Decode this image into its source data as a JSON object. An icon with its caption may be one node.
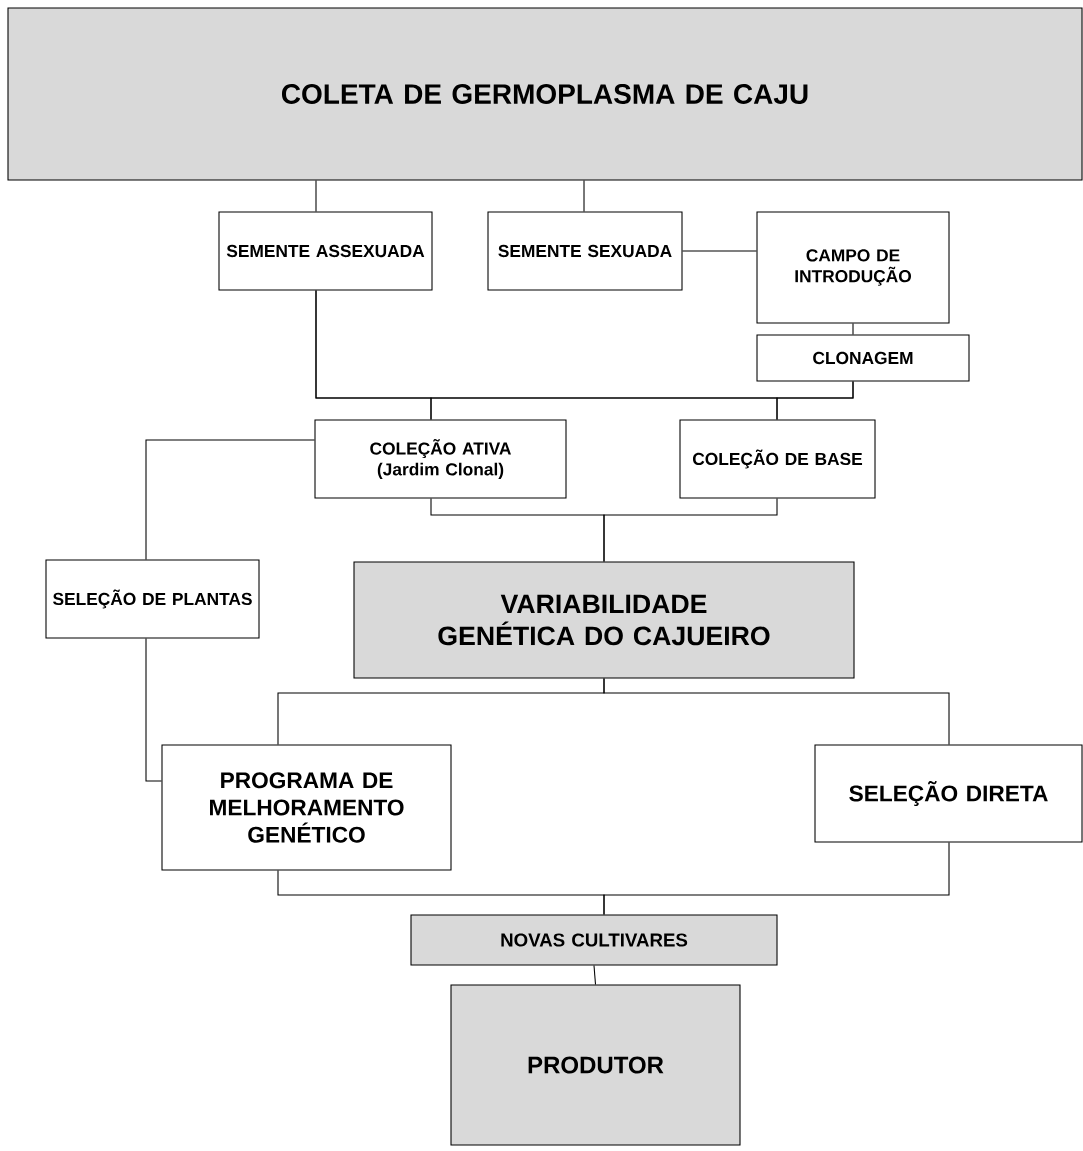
{
  "diagram": {
    "nodes": [
      {
        "text": [
          "COLETA DE GERMOPLASMA DE CAJU"
        ]
      },
      {
        "text": [
          "SEMENTE ASSEXUADA"
        ]
      },
      {
        "text": [
          "SEMENTE SEXUADA"
        ]
      },
      {
        "text": [
          "CAMPO DE INTRODUÇÃO"
        ]
      },
      {
        "text": [
          "CLONAGEM"
        ]
      },
      {
        "text": [
          "COLEÇÃO ATIVA (Jardim Clonal)"
        ]
      },
      {
        "text": [
          "COLEÇÃO DE BASE"
        ]
      },
      {
        "text": [
          "SELEÇÃO DE PLANTAS"
        ]
      },
      {
        "text": [
          "VARIABILIDADE GENÉTICA DO CAJUEIRO"
        ]
      },
      {
        "text": [
          "PROGRAMA DE MELHORAMENTO GENÉTICO"
        ]
      },
      {
        "text": [
          "SELEÇÃO DIRETA"
        ]
      },
      {
        "text": [
          "NOVAS CULTIVARES"
        ]
      },
      {
        "text": [
          "PRODUTOR"
        ]
      }
    ],
    "edges": [
      {
        "from": 0,
        "to": 1,
        "arrow": "none"
      },
      {
        "from": 0,
        "to": 2,
        "arrow": "none"
      },
      {
        "from": 2,
        "to": 3,
        "arrow": "none"
      },
      {
        "from": 3,
        "to": 4,
        "arrow": "none"
      },
      {
        "from": 1,
        "to": 5,
        "arrow": "none"
      },
      {
        "from": 1,
        "to": 6,
        "arrow": "none"
      },
      {
        "from": 4,
        "to": 5,
        "arrow": "none"
      },
      {
        "from": 4,
        "to": 6,
        "arrow": "none"
      },
      {
        "from": 5,
        "to": 7,
        "arrow": "none"
      },
      {
        "from": 7,
        "to": 9,
        "arrow": "none"
      },
      {
        "from": 5,
        "to": 8,
        "arrow": "none"
      },
      {
        "from": 6,
        "to": 8,
        "arrow": "none"
      },
      {
        "from": 8,
        "to": 9,
        "arrow": "none"
      },
      {
        "from": 8,
        "to": 10,
        "arrow": "none"
      },
      {
        "from": 9,
        "to": 11,
        "arrow": "none"
      },
      {
        "from": 10,
        "to": 11,
        "arrow": "none"
      },
      {
        "from": 11,
        "to": 12,
        "arrow": "none"
      }
    ]
  }
}
